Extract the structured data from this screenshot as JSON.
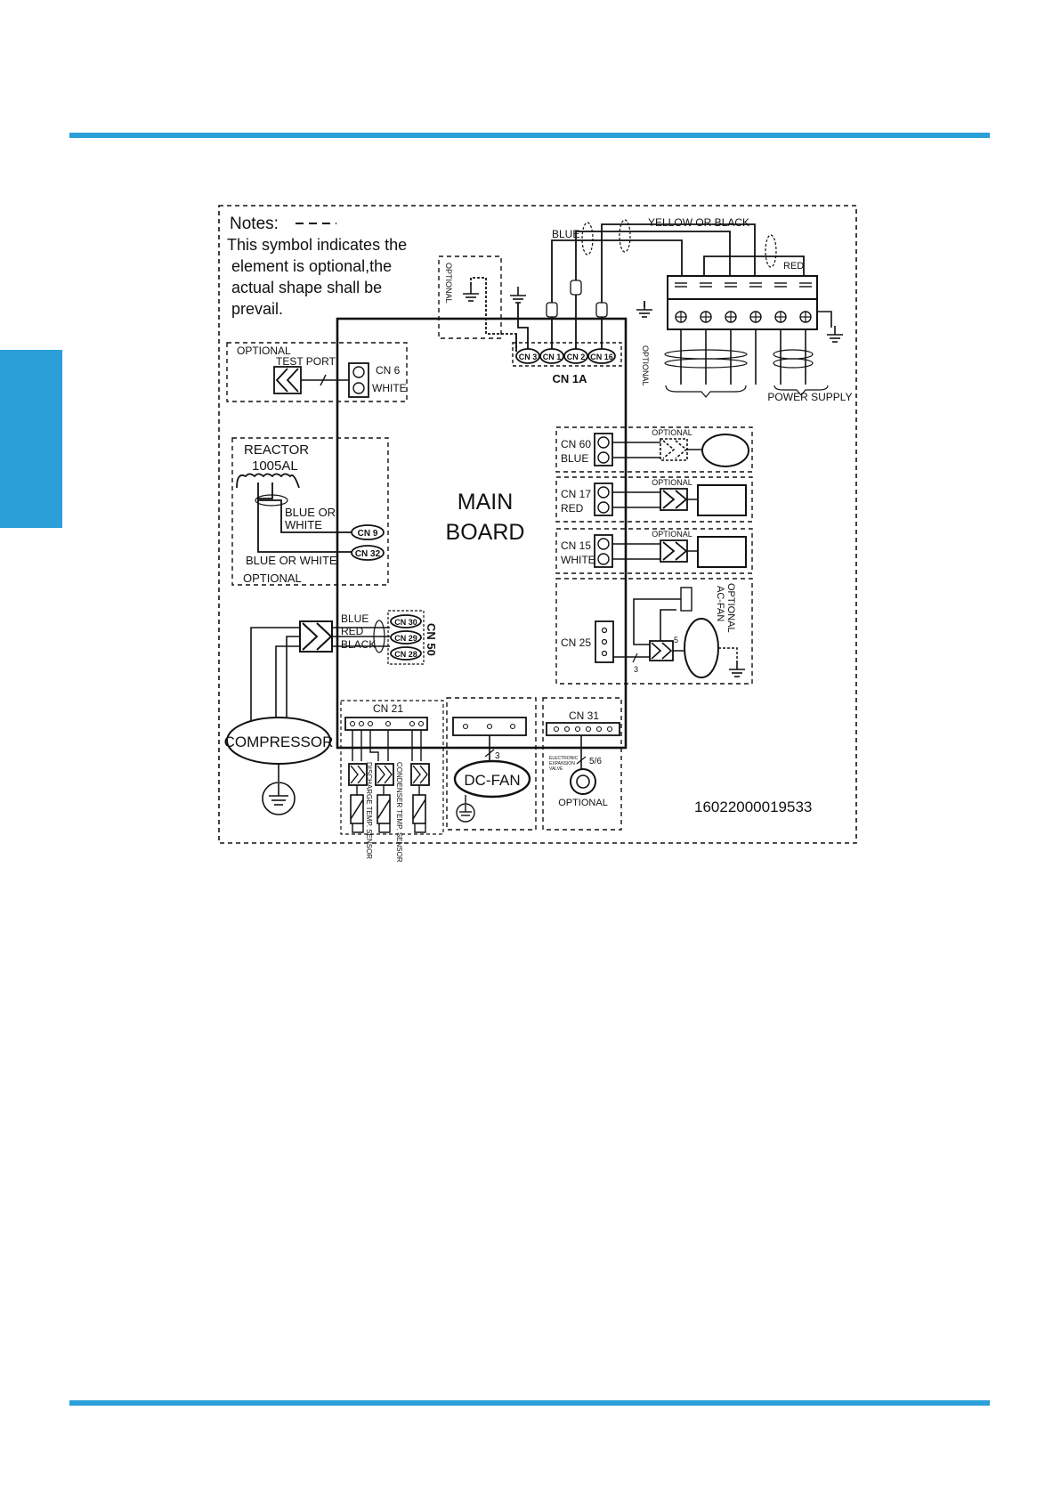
{
  "colors": {
    "accent": "#2a9fd8",
    "ink": "#111111"
  },
  "notes": {
    "title": "Notes:",
    "lines": [
      "This symbol indicates the",
      "element is  optional,the",
      "actual shape shall be",
      "prevail."
    ]
  },
  "labels": {
    "optional": "OPTIONAL",
    "optional_ac_fan_1": "OPTIONAL",
    "optional_ac_fan_2": "AC-FAN",
    "test_port": "TEST PORT",
    "cn6": "CN 6",
    "white": "WHITE",
    "reactor": "REACTOR",
    "reactor_model": "1005AL",
    "blue_or": "BLUE OR",
    "blue_or_white": "BLUE OR WHITE",
    "cn9": "CN 9",
    "cn32": "CN 32",
    "main": "MAIN",
    "board": "BOARD",
    "blue": "BLUE",
    "red": "RED",
    "black": "BLACK",
    "yellow_or_black": "YELLOW OR BLACK",
    "cn3": "CN 3",
    "cn1": "CN 1",
    "cn2": "CN 2",
    "cn16": "CN 16",
    "cn1a": "CN 1A",
    "power_supply": "POWER  SUPPLY",
    "cn60": "CN 60",
    "cn17": "CN 17",
    "cn15": "CN 15",
    "cn25": "CN 25",
    "cn30": "CN 30",
    "cn29": "CN 29",
    "cn28": "CN 28",
    "cn50": "CN 50",
    "compressor": "COMPRESSOR",
    "cn21": "CN 21",
    "discharge_sensor": "DISCHARGE TEMP. SENSOR",
    "condenser_sensor": "CONDENSER TEMP. SENSOR",
    "dc_fan": "DC-FAN",
    "cn31": "CN 31",
    "eev_1": "ELECTRONIC",
    "eev_2": "EXPANSION",
    "eev_3": "VALVE",
    "wire_3": "3",
    "wire_5": "5",
    "wire_56": "5/6",
    "part_number": "16022000019533"
  }
}
